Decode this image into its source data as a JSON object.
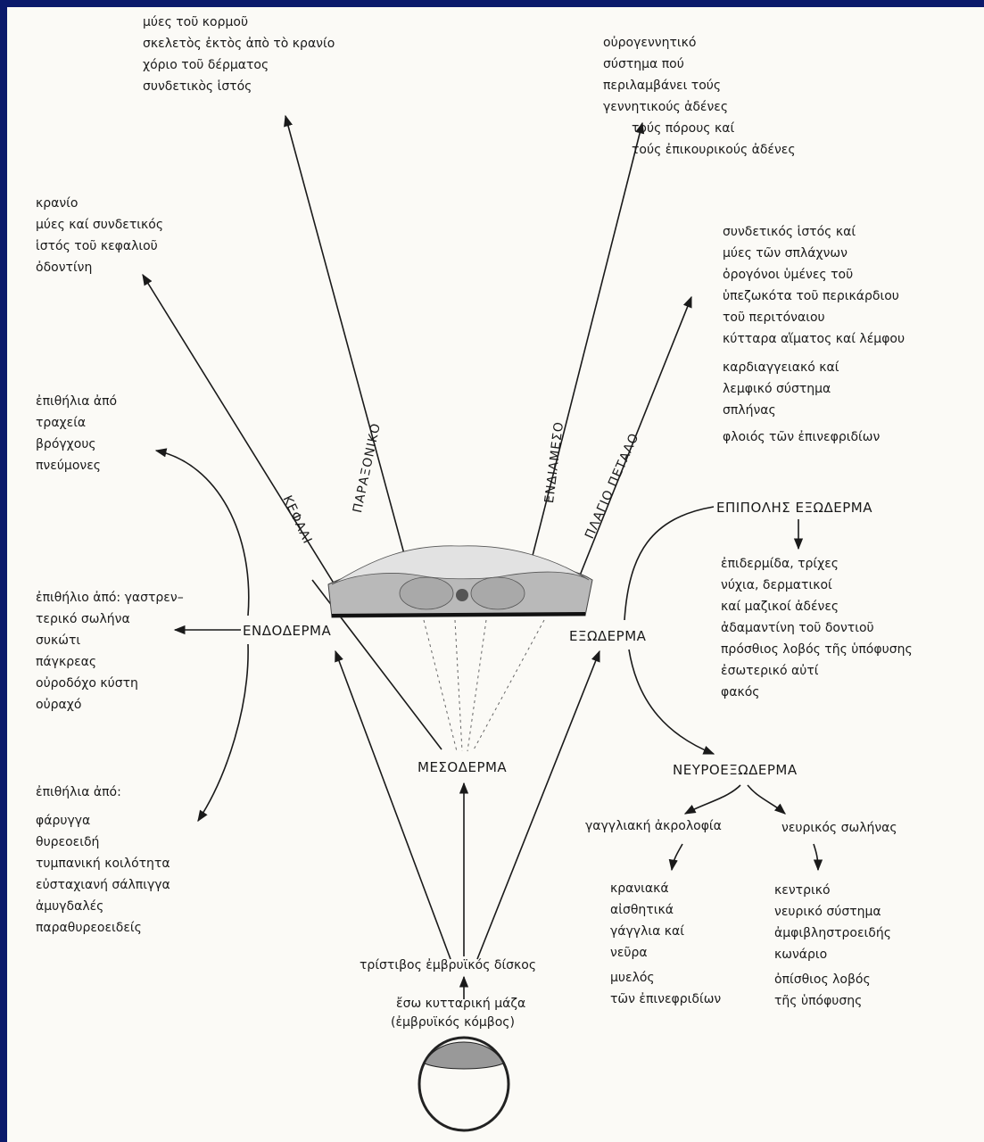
{
  "top_center": [
    "μύες τοῦ κορμοῦ",
    "σκελετὸς ἐκτὸς ἀπὸ τὸ κρανίο",
    "χόριο τοῦ δέρματος",
    "συνδετικὸς ἱστός"
  ],
  "top_right": [
    "οὐρογεννητικό",
    "σύστημα πού",
    "περιλαμβάνει τούς",
    "γεννητικούς ἀδένες",
    "τούς πόρους καί",
    "τούς ἐπικουρικούς ἀδένες"
  ],
  "left_head": [
    "κρανίο",
    "μύες καί συνδετικός",
    "ἱστός τοῦ κεφαλιοῦ",
    "ὀδοντίνη"
  ],
  "right_lateral": [
    "συνδετικός ἱστός καί",
    "μύες τῶν σπλάχνων",
    "ὀρογόνοι ὑμένες τοῦ",
    "ὑπεζωκότα τοῦ περικάρδιου",
    "τοῦ περιτόναιου",
    "κύτταρα αἵματος καί λέμφου",
    "καρδιαγγειακό καί",
    "λεμφικό σύστημα",
    "σπλήνας",
    "φλοιός τῶν ἐπινεφριδίων"
  ],
  "left_resp": [
    "ἐπιθήλια ἀπό",
    "τραχεία",
    "βρόγχους",
    "πνεύμονες"
  ],
  "left_gut": [
    "ἐπιθήλιο ἀπό: γαστρεν–",
    "τερικό σωλήνα",
    "συκώτι",
    "πάγκρεας",
    "οὐροδόχο κύστη",
    "οὐραχό"
  ],
  "left_pharynx": [
    "ἐπιθήλια ἀπό:",
    "φάρυγγα",
    "θυρεοειδή",
    "τυμπανική κοιλότητα",
    "εὐσταχιανή σάλπιγγα",
    "ἀμυγδαλές",
    "παραθυρεοειδείς"
  ],
  "surface_ecto": {
    "title": "ΕΠΙΠΟΛΗΣ ΕΞΩΔΕΡΜΑ",
    "items": [
      "ἐπιδερμίδα, τρίχες",
      "νύχια, δερματικοί",
      "καί μαζικοί ἀδένες",
      "ἀδαμαντίνη τοῦ δοντιοῦ",
      "πρόσθιος λοβός τῆς ὑπόφυσης",
      "ἐσωτερικό αὐτί",
      "φακός"
    ]
  },
  "labels": {
    "endoderm": "ΕΝΔΟΔΕΡΜΑ",
    "ectoderm": "ΕΞΩΔΕΡΜΑ",
    "mesoderm": "ΜΕΣΟΔΕΡΜΑ",
    "neuroecto": "ΝΕΥΡΟΕΞΩΔΕΡΜΑ",
    "kefali": "ΚΕΦΑΛΙ",
    "paraxoniko": "ΠΑΡΑΞΟΝΙΚΟ",
    "endiameso": "ΕΝΔΙΑΜΕΣΟ",
    "plagio": "ΠΛΑΓΙΟ ΠΕΤΑΛΟ",
    "neural_crest": "γαγγλιακή ἀκρολοφία",
    "neural_tube": "νευρικός σωλήνας",
    "trilaminar": "τρίστιβος ἐμβρυϊκός δίσκος",
    "inner_mass_1": "ἔσω κυτταρική μάζα",
    "inner_mass_2": "(ἐμβρυϊκός κόμβος)"
  },
  "neural_crest_items": [
    "κρανιακά",
    "αἰσθητικά",
    "γάγγλια καί",
    "νεῦρα",
    "μυελός",
    "τῶν ἐπινεφριδίων"
  ],
  "neural_tube_items": [
    "κεντρικό",
    "νευρικό σύστημα",
    "ἀμφιβληστροειδής",
    "κωνάριο",
    "ὀπίσθιος λοβός",
    "τῆς ὑπόφυσης"
  ]
}
